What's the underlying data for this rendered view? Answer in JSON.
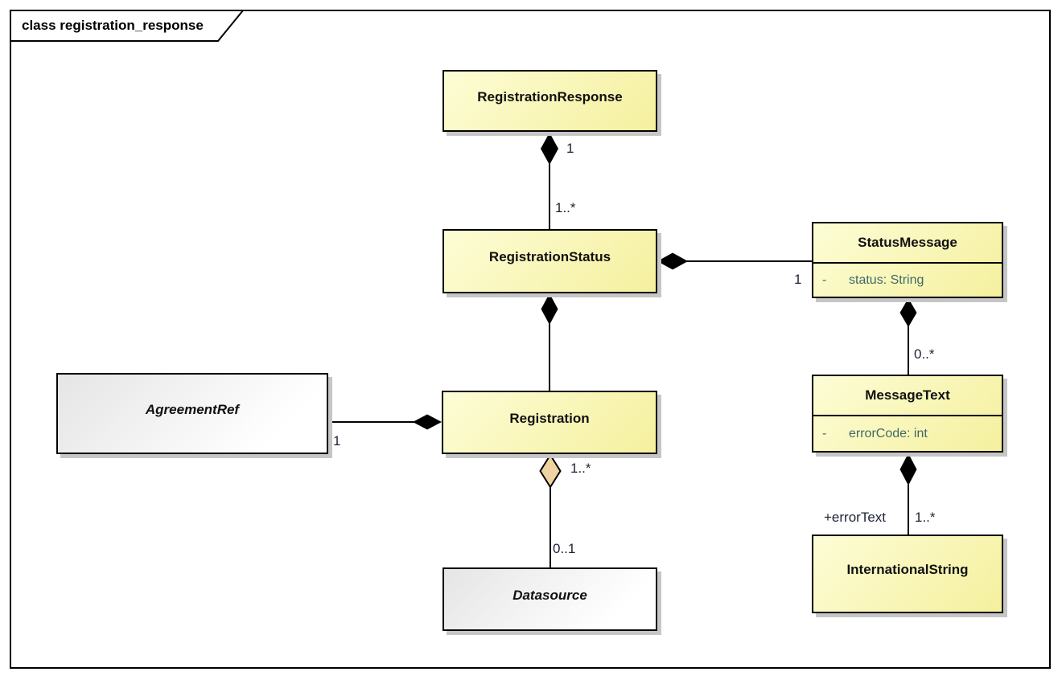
{
  "frame": {
    "title": "class registration_response"
  },
  "colors": {
    "class_fill_light": "#fdfdd6",
    "class_fill_dark": "#f5f09e",
    "abstract_fill_light": "#e5e5e5",
    "abstract_fill_dark": "#ffffff",
    "border": "#000000",
    "attribute_text": "#40696b",
    "label_text": "#1c2333",
    "composition_diamond_fill": "#000000",
    "aggregation_diamond_fill": "#efd3a0",
    "shadow": "#c6c6c6"
  },
  "classes": [
    {
      "name": "RegistrationResponse",
      "abstract": false,
      "attributes": []
    },
    {
      "name": "RegistrationStatus",
      "abstract": false,
      "attributes": []
    },
    {
      "name": "StatusMessage",
      "abstract": false,
      "attributes": [
        {
          "visibility": "-",
          "text": "status: String"
        }
      ]
    },
    {
      "name": "MessageText",
      "abstract": false,
      "attributes": [
        {
          "visibility": "-",
          "text": "errorCode: int"
        }
      ]
    },
    {
      "name": "InternationalString",
      "abstract": false,
      "attributes": []
    },
    {
      "name": "Registration",
      "abstract": false,
      "attributes": []
    },
    {
      "name": "AgreementRef",
      "abstract": true,
      "attributes": []
    },
    {
      "name": "Datasource",
      "abstract": true,
      "attributes": []
    }
  ],
  "connectors": [
    {
      "type": "composition",
      "whole": "RegistrationResponse",
      "part": "RegistrationStatus",
      "whole_mult": "1",
      "part_mult": "1..*"
    },
    {
      "type": "composition",
      "whole": "RegistrationStatus",
      "part": "StatusMessage",
      "part_mult": "1"
    },
    {
      "type": "composition",
      "whole": "StatusMessage",
      "part": "MessageText",
      "part_mult": "0..*"
    },
    {
      "type": "composition",
      "whole": "MessageText",
      "part": "InternationalString",
      "part_role": "+errorText",
      "part_mult": "1..*"
    },
    {
      "type": "composition",
      "whole": "RegistrationStatus",
      "part": "Registration"
    },
    {
      "type": "composition",
      "whole": "Registration",
      "part": "AgreementRef",
      "part_mult": "1"
    },
    {
      "type": "aggregation",
      "whole": "Registration",
      "part": "Datasource",
      "whole_mult": "1..*",
      "part_mult": "0..1"
    }
  ]
}
